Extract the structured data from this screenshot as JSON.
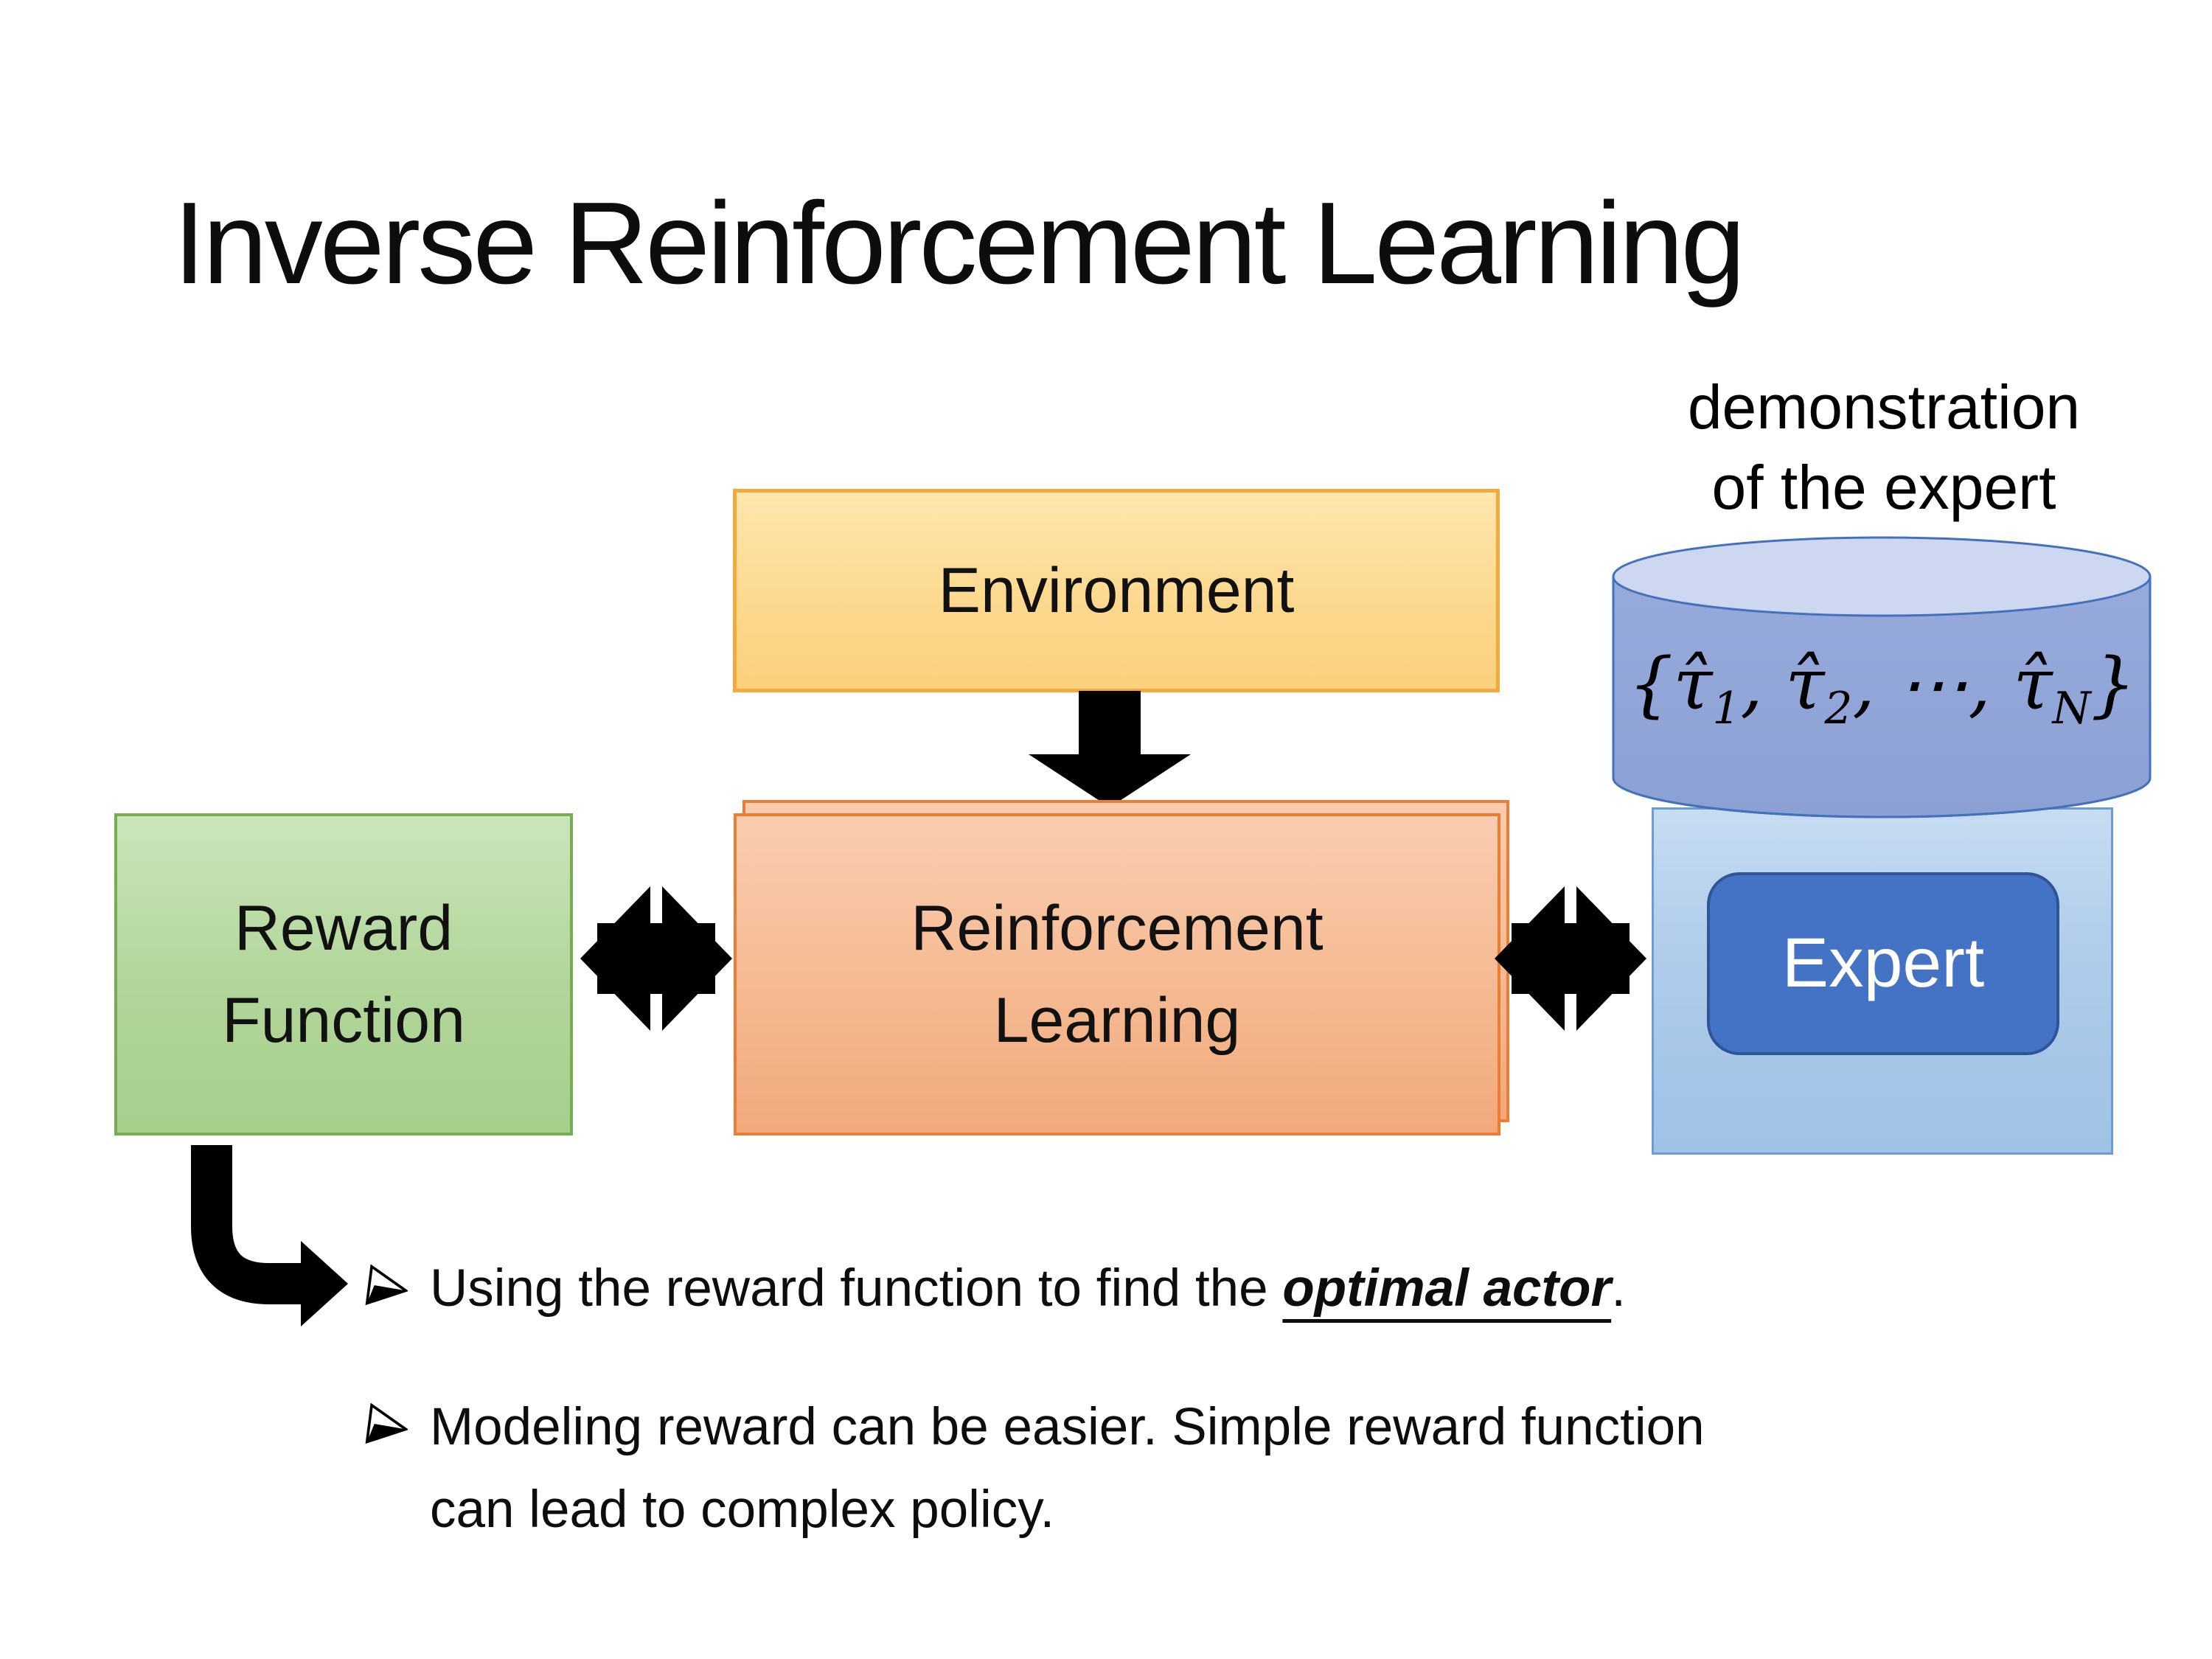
{
  "slide": {
    "title": "Inverse Reinforcement Learning",
    "background_color": "#ffffff",
    "text_color": "#0d0d0d"
  },
  "demo_label": {
    "lines": [
      "demonstration",
      "of the expert"
    ]
  },
  "boxes": {
    "environment": {
      "label": "Environment",
      "fill_top": "#fee6ae",
      "fill_bottom": "#fbd07e",
      "border": "#f3a93c"
    },
    "reward": {
      "lines": [
        "Reward",
        "Function"
      ],
      "fill_top": "#cbe5bb",
      "fill_bottom": "#a6cf8c",
      "border": "#76ad52"
    },
    "reinforcement_learning": {
      "lines": [
        "Reinforcement",
        "Learning"
      ],
      "fill_top": "#f9cdb0",
      "fill_bottom": "#f2a97c",
      "border": "#ec7d33"
    },
    "expert_outer": {
      "fill_top": "#c6dcf2",
      "fill_bottom": "#9fc2e6",
      "border": "#6c9bd5"
    },
    "expert": {
      "label": "Expert",
      "fill": "#4472c4",
      "border": "#2f5597",
      "text_color": "#ffffff"
    }
  },
  "database": {
    "body_fill_top": "#97aadc",
    "body_fill_bottom": "#8ba0d3",
    "top_fill": "#cdd7ef",
    "stroke": "#4470be",
    "formula": {
      "open": "{",
      "close": "}",
      "separator": ", ",
      "items": [
        {
          "base": "τ̂",
          "sub": "1"
        },
        {
          "base": "τ̂",
          "sub": "2"
        },
        {
          "dots": "⋯"
        },
        {
          "base": "τ̂",
          "sub": "N"
        }
      ]
    }
  },
  "arrows": {
    "color": "#000000"
  },
  "bullets": [
    {
      "segments": [
        {
          "text": "Using the reward function to find the "
        },
        {
          "text": "optimal actor",
          "emphasis": true
        },
        {
          "text": "."
        }
      ]
    },
    {
      "segments": [
        {
          "text": "Modeling reward can be easier. Simple reward function can lead to complex policy."
        }
      ]
    }
  ]
}
